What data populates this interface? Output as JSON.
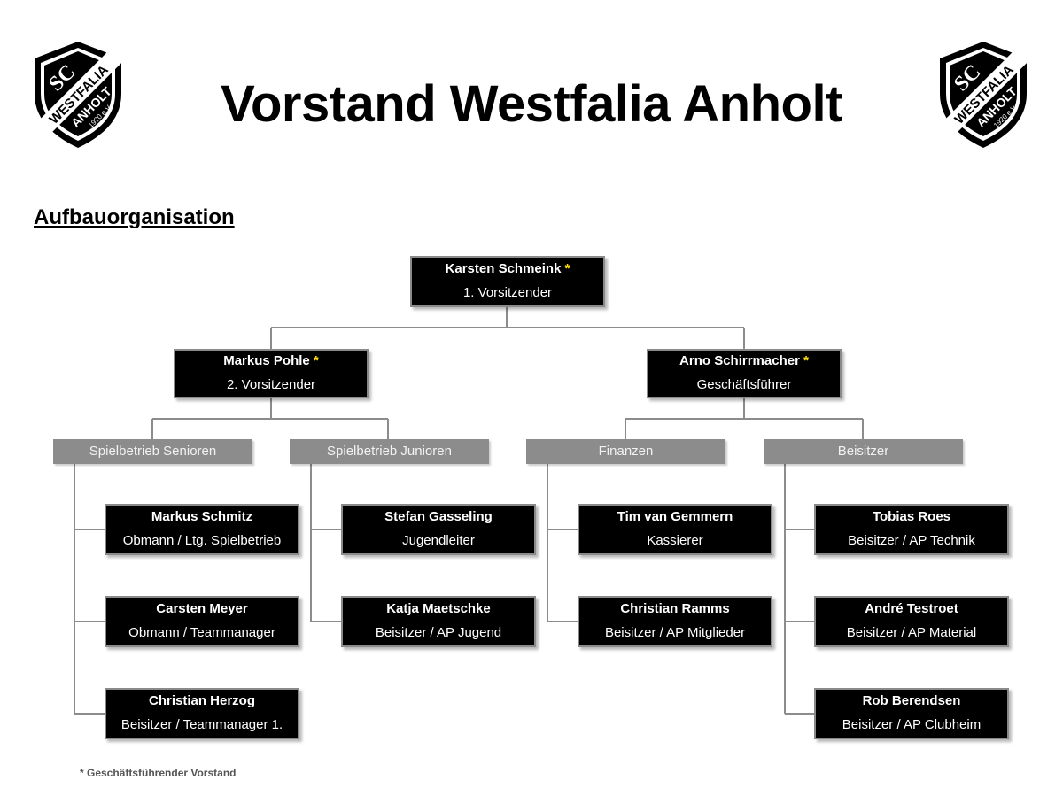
{
  "title": "Vorstand Westfalia Anholt",
  "subtitle": "Aufbauorganisation",
  "logo": {
    "text_top": "SC",
    "text_middle": "WESTFALIA",
    "text_bottom": "ANHOLT",
    "text_year": "1920 e.V."
  },
  "star": "*",
  "top": {
    "name": "Karsten Schmeink",
    "role": "1.  Vorsitzender"
  },
  "left_head": {
    "name": "Markus Pohle",
    "role": "2. Vorsitzender"
  },
  "right_head": {
    "name": "Arno Schirrmacher",
    "role": "Geschäftsführer"
  },
  "categories": [
    {
      "label": "Spielbetrieb Senioren",
      "members": [
        {
          "name": "Markus Schmitz",
          "role": "Obmann / Ltg. Spielbetrieb"
        },
        {
          "name": "Carsten Meyer",
          "role": "Obmann / Teammanager"
        },
        {
          "name": "Christian Herzog",
          "role": "Beisitzer /  Teammanager 1."
        }
      ]
    },
    {
      "label": "Spielbetrieb Junioren",
      "members": [
        {
          "name": "Stefan Gasseling",
          "role": "Jugendleiter"
        },
        {
          "name": "Katja Maetschke",
          "role": "Beisitzer / AP Jugend"
        }
      ]
    },
    {
      "label": "Finanzen",
      "members": [
        {
          "name": "Tim van Gemmern",
          "role": "Kassierer"
        },
        {
          "name": "Christian Ramms",
          "role": "Beisitzer / AP Mitglieder"
        }
      ]
    },
    {
      "label": "Beisitzer",
      "members": [
        {
          "name": "Tobias Roes",
          "role": "Beisitzer / AP Technik"
        },
        {
          "name": "André Testroet",
          "role": "Beisitzer / AP Material"
        },
        {
          "name": "Rob Berendsen",
          "role": "Beisitzer / AP Clubheim"
        }
      ]
    }
  ],
  "footnote": "* Geschäftsführender Vorstand"
}
